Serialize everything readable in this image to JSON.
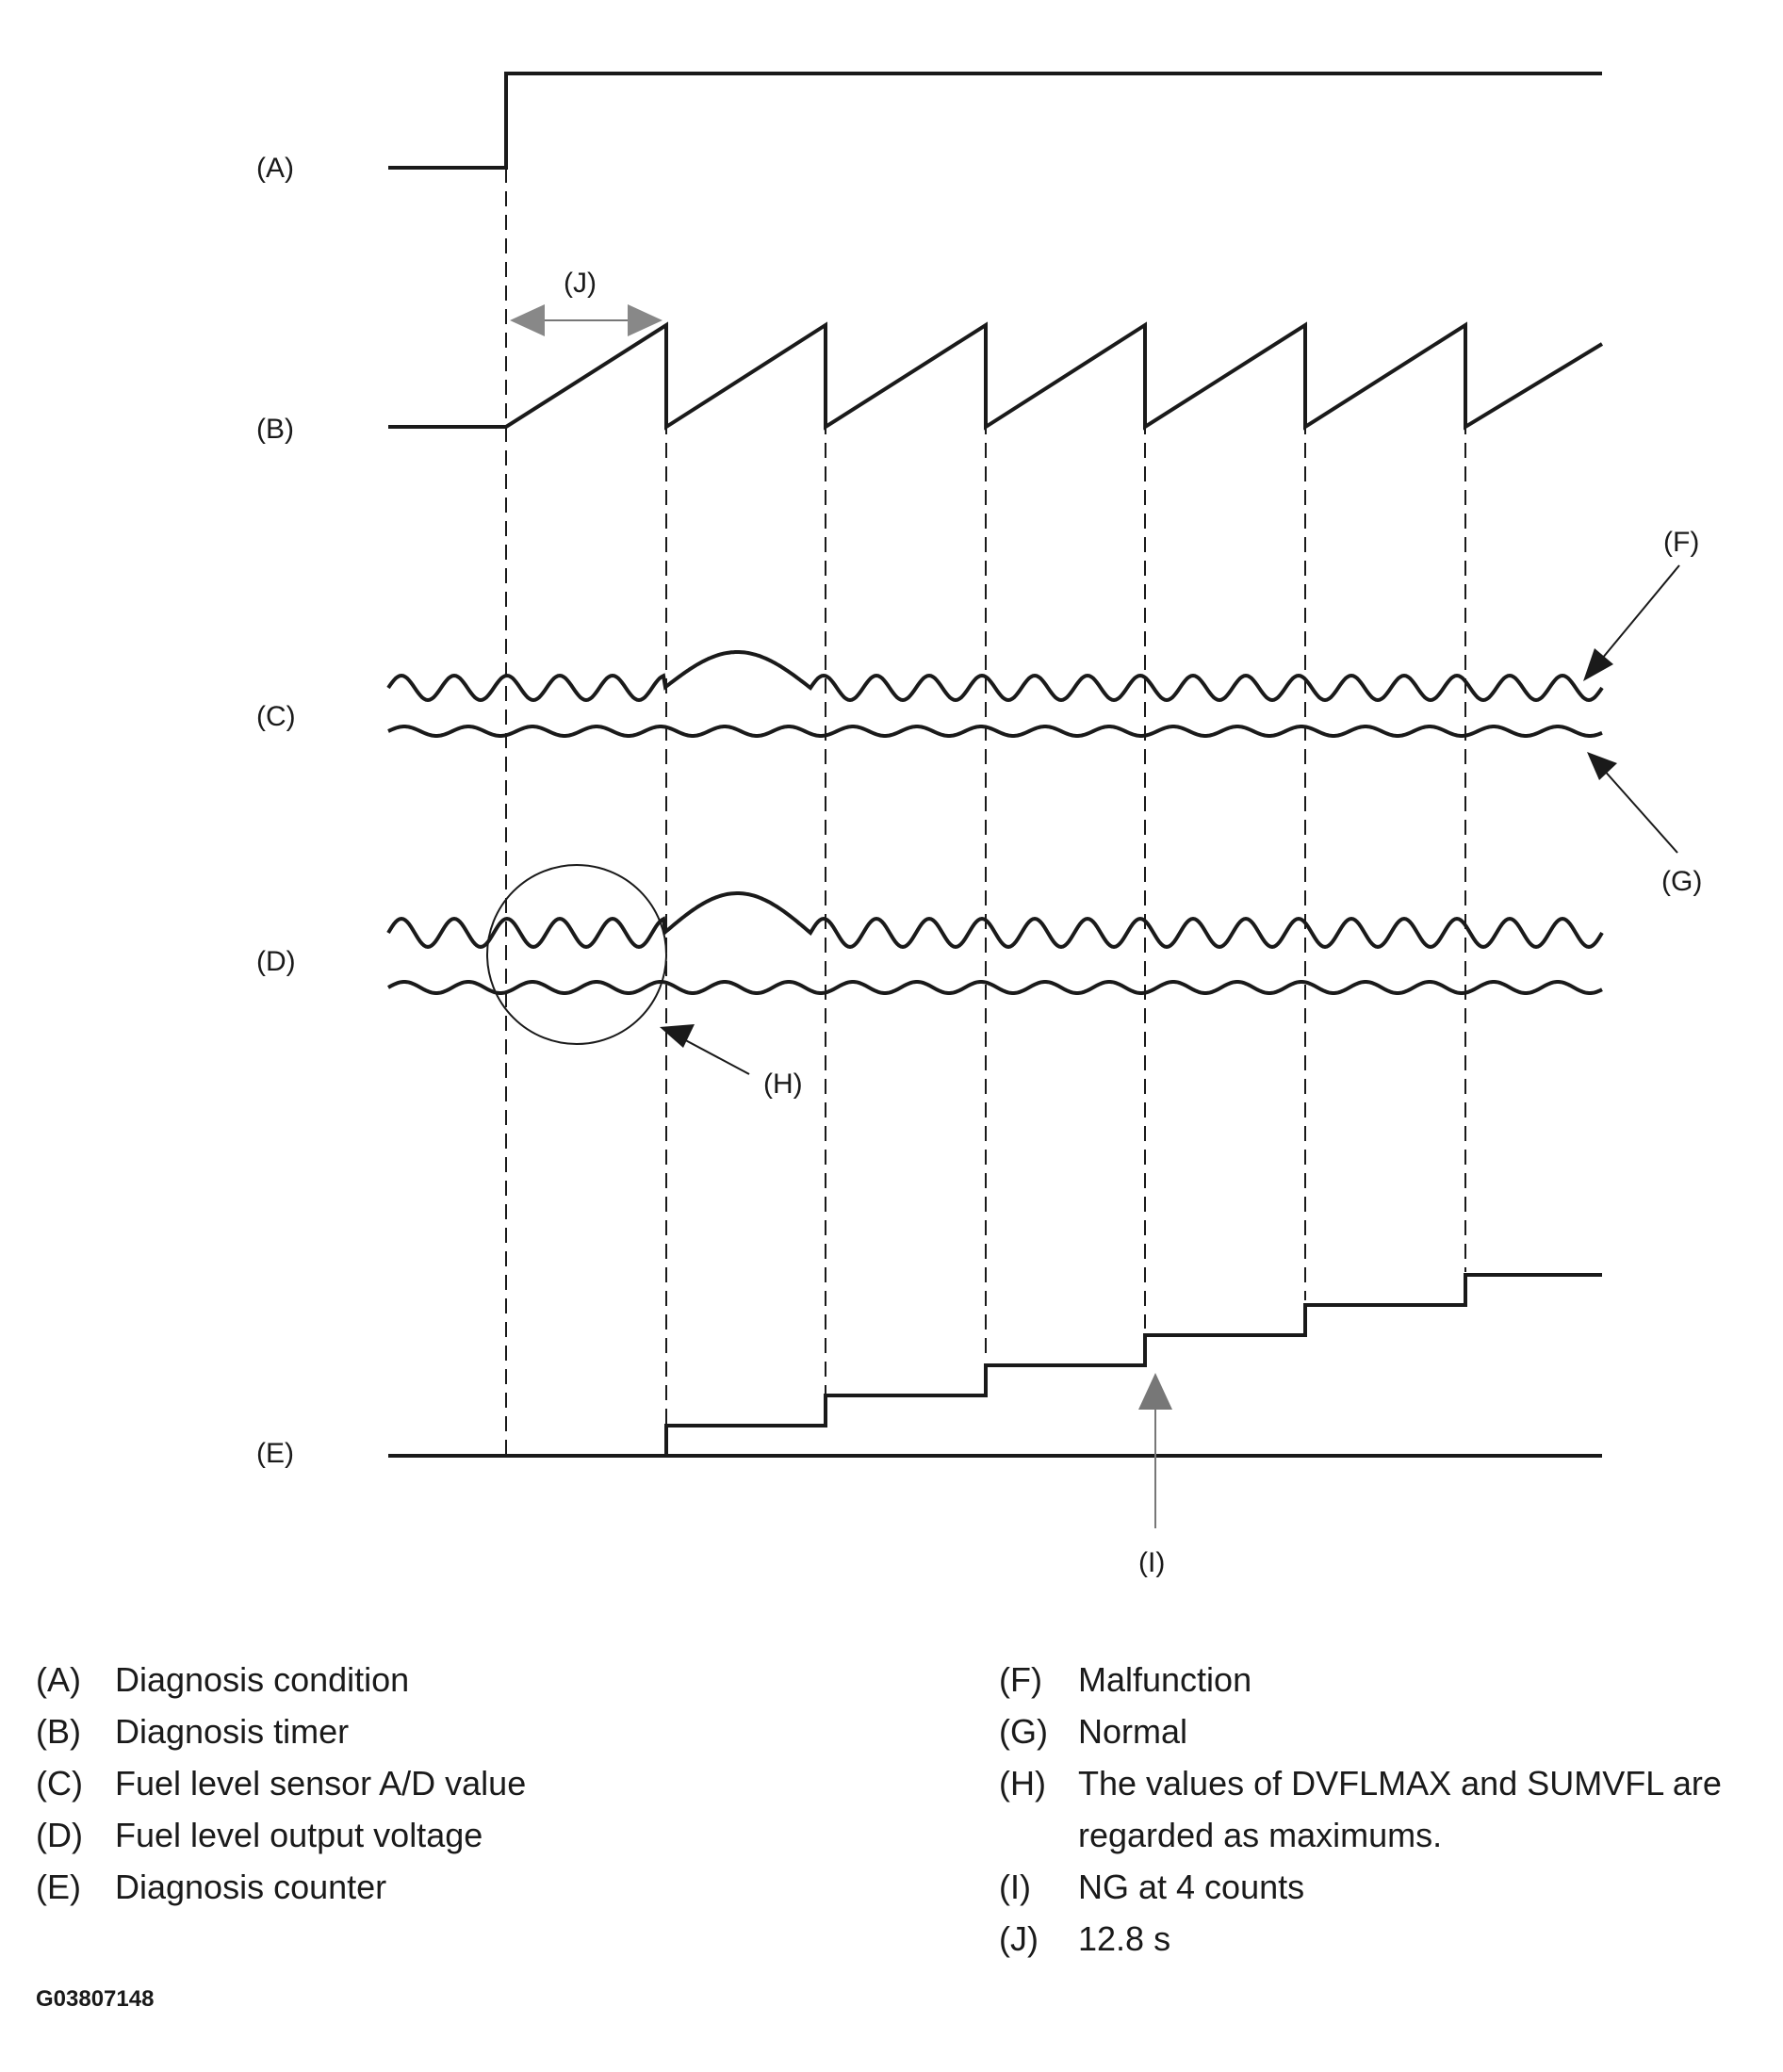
{
  "diagram": {
    "signals": [
      {
        "key": "(A)",
        "name": "Diagnosis condition"
      },
      {
        "key": "(B)",
        "name": "Diagnosis timer"
      },
      {
        "key": "(C)",
        "name": "Fuel level sensor A/D value"
      },
      {
        "key": "(D)",
        "name": "Fuel level output voltage"
      },
      {
        "key": "(E)",
        "name": "Diagnosis counter"
      }
    ],
    "callouts": {
      "F": "(F)",
      "G": "(G)",
      "H": "(H)",
      "I": "(I)",
      "J": "(J)"
    },
    "counter_steps": [
      0,
      1,
      2,
      3,
      4,
      5,
      6
    ]
  },
  "legend": {
    "left": [
      {
        "key": "(A)",
        "text": "Diagnosis condition"
      },
      {
        "key": "(B)",
        "text": "Diagnosis timer"
      },
      {
        "key": "(C)",
        "text": "Fuel level sensor A/D value"
      },
      {
        "key": "(D)",
        "text": "Fuel level output voltage"
      },
      {
        "key": "(E)",
        "text": "Diagnosis counter"
      }
    ],
    "right": [
      {
        "key": "(F)",
        "text": "Malfunction"
      },
      {
        "key": "(G)",
        "text": "Normal"
      },
      {
        "key": "(H)",
        "text": "The values of DVFLMAX and SUMVFL are regarded as maximums."
      },
      {
        "key": "(I)",
        "text": "NG at 4 counts"
      },
      {
        "key": "(J)",
        "text": "12.8 s"
      }
    ]
  },
  "figure_id": "G03807148"
}
